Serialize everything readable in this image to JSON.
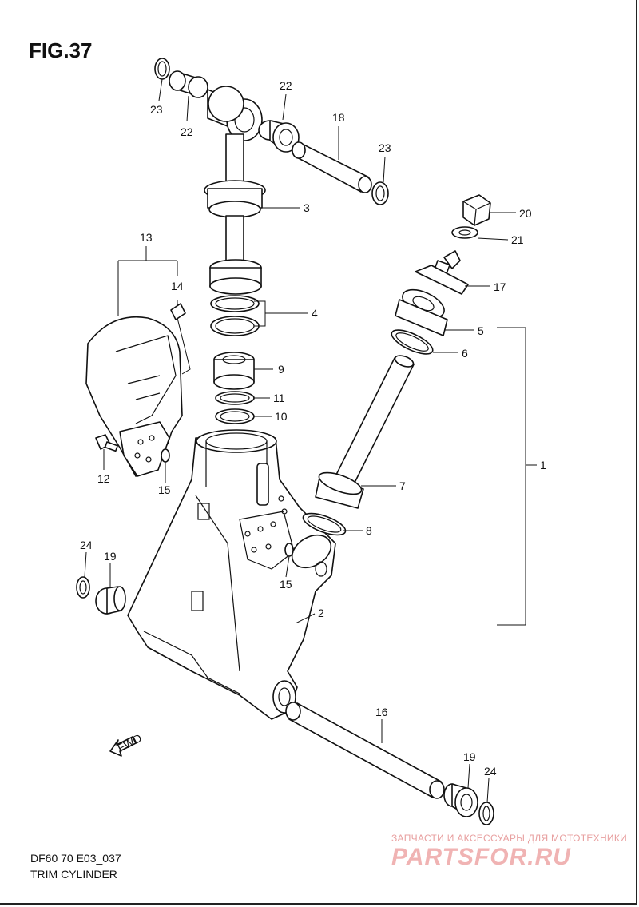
{
  "figure": {
    "title": "FIG.37",
    "model_code": "DF60 70 E03_037",
    "name": "TRIM CYLINDER"
  },
  "callouts": [
    "23",
    "22",
    "22",
    "18",
    "23",
    "3",
    "20",
    "21",
    "13",
    "14",
    "17",
    "4",
    "5",
    "6",
    "9",
    "11",
    "10",
    "1",
    "12",
    "15",
    "7",
    "8",
    "24",
    "19",
    "15",
    "2",
    "16",
    "19",
    "24"
  ],
  "fwd_marker": "FWD",
  "watermark": {
    "tagline": "ЗАПЧАСТИ И АКСЕССУАРЫ ДЛЯ МОТОТЕХНИКИ",
    "brand": "PARTSFOR.RU"
  }
}
